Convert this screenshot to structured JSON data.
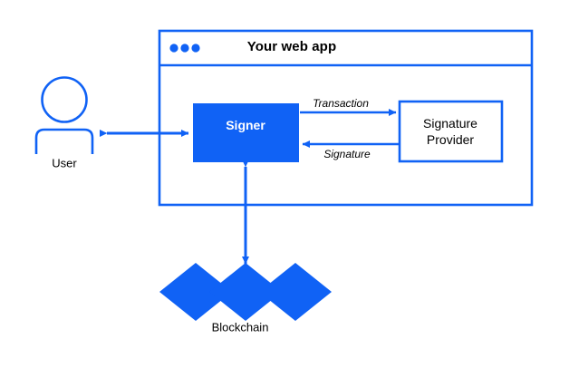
{
  "diagram": {
    "type": "architecture-flow",
    "background_color": "#ffffff",
    "accent_color": "#1062f5",
    "text_color": "#000000",
    "browser_window": {
      "title": "Your web app",
      "dots_count": 3,
      "dot_color": "#1062f5",
      "border_color": "#1062f5",
      "fill": "#ffffff"
    },
    "nodes": [
      {
        "id": "user",
        "label": "User",
        "shape": "person-icon",
        "fill": "#ffffff",
        "stroke": "#1062f5"
      },
      {
        "id": "signer",
        "label": "Signer",
        "shape": "rectangle",
        "fill": "#1062f5",
        "text_color": "#ffffff"
      },
      {
        "id": "signature-provider",
        "label_line1": "Signature",
        "label_line2": "Provider",
        "shape": "rectangle",
        "fill": "#ffffff",
        "stroke": "#1062f5",
        "text_color": "#000000"
      },
      {
        "id": "blockchain",
        "label": "Blockchain",
        "shape": "diamond-chain",
        "diamond_count": 3,
        "fill": "#1062f5"
      }
    ],
    "edges": [
      {
        "id": "user-signer",
        "from": "user",
        "to": "signer",
        "label": "",
        "direction": "bidirectional",
        "color": "#1062f5"
      },
      {
        "id": "signer-provider",
        "from": "signer",
        "to": "signature-provider",
        "label": "Transaction",
        "direction": "forward",
        "color": "#1062f5"
      },
      {
        "id": "provider-signer",
        "from": "signature-provider",
        "to": "signer",
        "label": "Signature",
        "direction": "forward",
        "color": "#1062f5"
      },
      {
        "id": "signer-blockchain",
        "from": "signer",
        "to": "blockchain",
        "label": "",
        "direction": "bidirectional",
        "color": "#1062f5"
      }
    ]
  }
}
